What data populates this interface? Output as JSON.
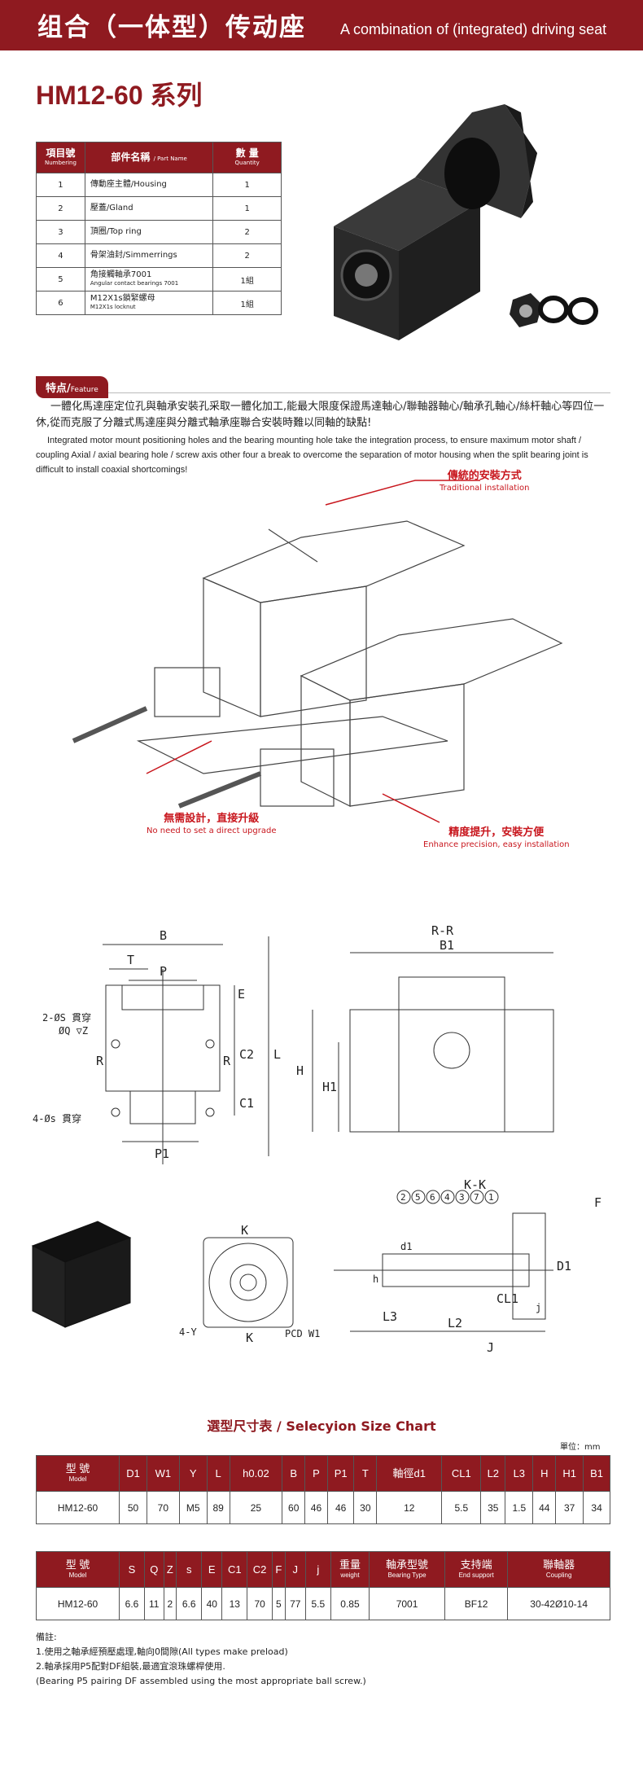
{
  "header": {
    "title_cn": "组合（一体型）传动座",
    "title_en": "A combination of (integrated) driving seat",
    "series": "HM12-60 系列"
  },
  "parts_table": {
    "headers": [
      {
        "cn": "項目號",
        "en": "Numbering"
      },
      {
        "cn": "部件名稱",
        "en": "/ Part Name"
      },
      {
        "cn": "數 量",
        "en": "Quantity"
      }
    ],
    "rows": [
      {
        "no": "1",
        "name": "傳動座主體/Housing",
        "sub": "",
        "qty": "1"
      },
      {
        "no": "2",
        "name": "壓蓋/Gland",
        "sub": "",
        "qty": "1"
      },
      {
        "no": "3",
        "name": "頂圈/Top ring",
        "sub": "",
        "qty": "2"
      },
      {
        "no": "4",
        "name": "骨架油封/Simmerrings",
        "sub": "",
        "qty": "2"
      },
      {
        "no": "5",
        "name": "角接觸軸承7001",
        "sub": "Angular contact bearings 7001",
        "qty": "1組"
      },
      {
        "no": "6",
        "name": "M12X1s鎖緊螺母",
        "sub": "M12X1s locknut",
        "qty": "1組"
      }
    ]
  },
  "feature": {
    "tag": "特点/",
    "tag_en": "Feature",
    "text_cn": "一體化馬達座定位孔與軸承安裝孔采取一體化加工,能最大限度保證馬達軸心/聯軸器軸心/軸承孔軸心/絲杆軸心等四位一休,從而克服了分離式馬達座與分離式軸承座聯合安裝時難以同軸的缺點!",
    "text_en": "Integrated motor mount positioning holes and the bearing mounting hole take the integration process, to ensure maximum motor shaft / coupling Axial / axial bearing hole / screw axis other four a break to overcome the separation of motor housing when the split bearing joint is difficult to install coaxial shortcomings!"
  },
  "callouts": {
    "traditional_cn": "傳統的安裝方式",
    "traditional_en": "Traditional installation",
    "direct_cn": "無需設計，直接升級",
    "direct_en": "No need to set a direct upgrade",
    "enhance_cn": "精度提升，安裝方便",
    "enhance_en": "Enhance precision, easy installation"
  },
  "drawing_labels": {
    "B": "B",
    "T": "T",
    "P": "P",
    "E": "E",
    "C2": "C2",
    "L": "L",
    "C1": "C1",
    "P1": "P1",
    "two_s": "2-ØS 貫穿",
    "q_z": "ØQ ▽Z",
    "R": "R",
    "four_s": "4-Øs 貫穿",
    "RR": "R-R",
    "B1": "B1",
    "H": "H",
    "H1": "H1",
    "KK": "K-K",
    "F": "F",
    "D1": "D1",
    "d1": "d1",
    "h": "h",
    "L3": "L3",
    "L2": "L2",
    "CL1": "CL1",
    "J": "J",
    "j": "j",
    "K": "K",
    "four_y": "4-Y",
    "pcd": "PCD W1",
    "balloons": [
      "2",
      "5",
      "6",
      "4",
      "3",
      "7",
      "1"
    ]
  },
  "chart_title": "選型尺寸表 / Selecyion Size Chart",
  "unit": "單位：mm",
  "size_table_1": {
    "model_header": "型 號",
    "model_header_en": "Model",
    "headers": [
      "D1",
      "W1",
      "Y",
      "L",
      "h0.02",
      "B",
      "P",
      "P1",
      "T",
      "軸徑d1",
      "CL1",
      "L2",
      "L3",
      "H",
      "H1",
      "B1"
    ],
    "row": [
      "HM12-60",
      "50",
      "70",
      "M5",
      "89",
      "25",
      "60",
      "46",
      "46",
      "30",
      "12",
      "5.5",
      "35",
      "1.5",
      "44",
      "37",
      "34"
    ]
  },
  "size_table_2": {
    "model_header": "型 號",
    "model_header_en": "Model",
    "headers": [
      {
        "cn": "S",
        "en": ""
      },
      {
        "cn": "Q",
        "en": ""
      },
      {
        "cn": "Z",
        "en": ""
      },
      {
        "cn": "s",
        "en": ""
      },
      {
        "cn": "E",
        "en": ""
      },
      {
        "cn": "C1",
        "en": ""
      },
      {
        "cn": "C2",
        "en": ""
      },
      {
        "cn": "F",
        "en": ""
      },
      {
        "cn": "J",
        "en": ""
      },
      {
        "cn": "j",
        "en": ""
      },
      {
        "cn": "重量",
        "en": "weight"
      },
      {
        "cn": "軸承型號",
        "en": "Bearing Type"
      },
      {
        "cn": "支持端",
        "en": "End support"
      },
      {
        "cn": "聯軸器",
        "en": "Coupling"
      }
    ],
    "row": [
      "HM12-60",
      "6.6",
      "11",
      "2",
      "6.6",
      "40",
      "13",
      "70",
      "5",
      "77",
      "5.5",
      "0.85",
      "7001",
      "BF12",
      "30-42Ø10-14"
    ]
  },
  "notes": {
    "title": "備註:",
    "lines": [
      "1.使用之軸承經預壓處理,軸向0間隙(All types make preload)",
      "2.軸承採用P5配對DF組裝,最適宜滾珠螺桿使用.",
      "(Bearing P5 pairing DF assembled using the most appropriate ball screw.)"
    ]
  },
  "colors": {
    "brand": "#8f1a20",
    "callout": "#c8161d"
  }
}
